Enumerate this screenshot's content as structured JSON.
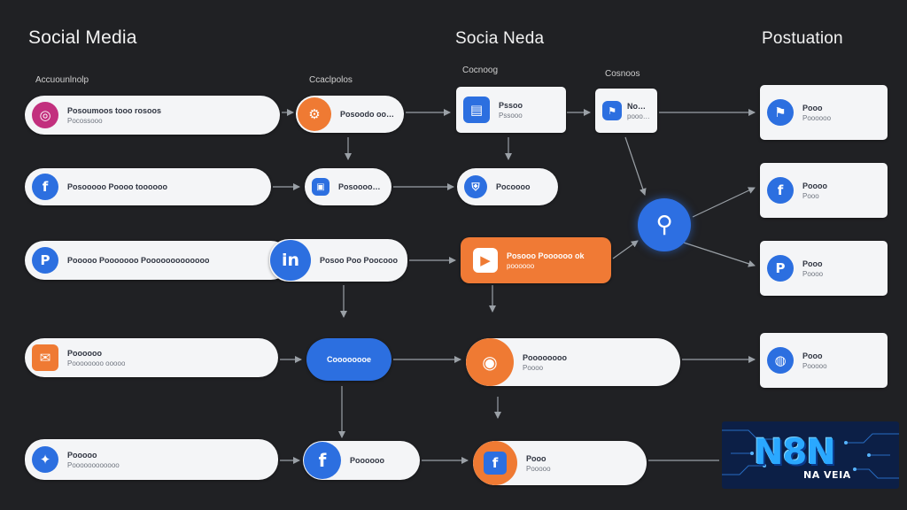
{
  "headings": {
    "left": "Social Media",
    "center": "Socia Neda",
    "right": "Postuation"
  },
  "sublabels": {
    "a": "Accuounlnolp",
    "b": "Ccaclpolos",
    "c": "Cocnoog",
    "d": "Cosnoos"
  },
  "nodes": {
    "r1c1": {
      "icon": "instagram-icon",
      "color": "#c2307e",
      "title": "Posoumoos tooo rosoos",
      "desc": "Pocossooo"
    },
    "r1c2": {
      "icon": "settings-gear-icon",
      "color": "#ef7a33",
      "title": "Posoodo oocop",
      "desc": ""
    },
    "r1c3": {
      "icon": "calendar-icon",
      "color": "#2c6fe0",
      "title": "Pssoo",
      "desc": "Pssooo"
    },
    "r1c4": {
      "icon": "flag-icon",
      "color": "#2c6fe0",
      "title": "Nooos",
      "desc": "poooos"
    },
    "r2c1": {
      "icon": "facebook-icon",
      "color": "#2c6fe0",
      "title": "Posooooo Poooo toooooo",
      "desc": ""
    },
    "r2c2": {
      "icon": "image-icon",
      "color": "#2c6fe0",
      "title": "Posoooooos",
      "desc": ""
    },
    "r2c3": {
      "icon": "shield-icon",
      "color": "#2c6fe0",
      "title": "Pocoooo",
      "desc": ""
    },
    "r3c1": {
      "icon": "pinterest-icon",
      "color": "#2c6fe0",
      "title": "Pooooo Pooooooo Pooooooooooooo",
      "desc": ""
    },
    "r3c2": {
      "icon": "linkedin-icon",
      "color": "#2c6fe0",
      "glyph": "in",
      "title": "Posoo Poo Poocooo",
      "desc": ""
    },
    "r3c3": {
      "icon": "youtube-icon",
      "color": "#ffffff",
      "title": "Posooo Poooooo ok",
      "desc": "poooooo"
    },
    "r4c1": {
      "icon": "chat-icon",
      "color": "#ef7a33",
      "title": "Poooooo",
      "desc": "Poooooooo ooooo"
    },
    "r4c2": {
      "title": "Coooooooe",
      "desc": ""
    },
    "r4c3": {
      "icon": "camera-icon",
      "color": "#ef7a33",
      "title": "Poooooooo",
      "desc": "Poooo"
    },
    "r5c1": {
      "icon": "twitter-icon",
      "color": "#2c6fe0",
      "title": "Pooooo",
      "desc": "Poooooooooooo"
    },
    "r5c2": {
      "icon": "facebook-icon",
      "color": "#2c6fe0",
      "title": "Poooooo",
      "desc": ""
    },
    "r5c3": {
      "icon": "facebook-icon",
      "color": "#2c6fe0",
      "title": "Pooo",
      "desc": "Pooooo"
    },
    "hub": {
      "icon": "user-search-icon"
    },
    "out1": {
      "icon": "flag-icon",
      "color": "#2c6fe0",
      "title": "Pooo",
      "desc": "Poooooo"
    },
    "out2": {
      "icon": "facebook-icon",
      "color": "#2c6fe0",
      "title": "Poooo",
      "desc": "Pooo"
    },
    "out3": {
      "icon": "pinterest-icon",
      "color": "#2c6fe0",
      "title": "Pooo",
      "desc": "Poooo"
    },
    "out4": {
      "icon": "globe-icon",
      "color": "#2c6fe0",
      "title": "Pooo",
      "desc": "Pooooo"
    }
  },
  "brand": {
    "name": "N8N",
    "sub": "NA VEIA"
  },
  "colors": {
    "background": "#202124",
    "node": "#f4f5f7",
    "orange": "#f07a35",
    "blue": "#2c6fe0",
    "connector": "#9aa0a6"
  }
}
